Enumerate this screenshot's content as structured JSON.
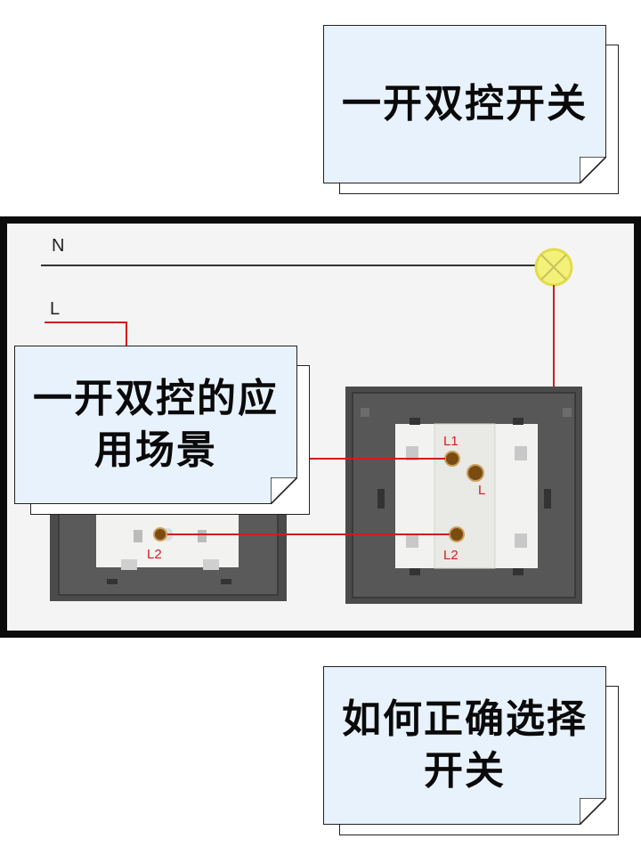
{
  "cards": {
    "top": "一开双控开关",
    "middle": "一开双控的应用场景",
    "bottom": "如何正确选择开关"
  },
  "diagram": {
    "neutral_label": "N",
    "live_label": "L",
    "right_switch": {
      "terminal_l1": "L1",
      "terminal_l": "L",
      "terminal_l2": "L2"
    },
    "left_switch": {
      "terminal_l2": "L2"
    },
    "colors": {
      "wire_red": "#d21c1c",
      "wire_neutral": "#333333",
      "lamp": "#f3f17a",
      "switch_body": "#4a4a4a",
      "switch_module": "#f2f2f0"
    }
  }
}
